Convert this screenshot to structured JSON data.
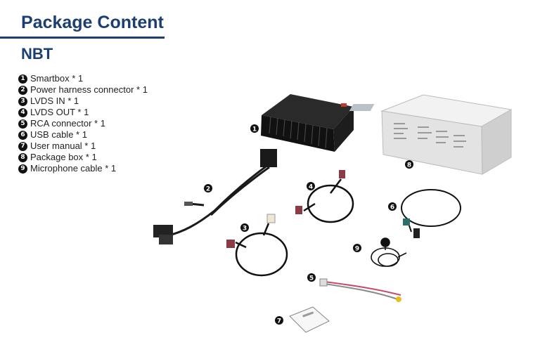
{
  "header": {
    "title": "Package Content",
    "subtitle": "NBT"
  },
  "items": [
    {
      "num": "1",
      "label": "Smartbox * 1"
    },
    {
      "num": "2",
      "label": "Power harness connector * 1"
    },
    {
      "num": "3",
      "label": "LVDS IN * 1"
    },
    {
      "num": "4",
      "label": "LVDS OUT * 1"
    },
    {
      "num": "5",
      "label": "RCA connector * 1"
    },
    {
      "num": "6",
      "label": "USB cable * 1"
    },
    {
      "num": "7",
      "label": "User manual * 1"
    },
    {
      "num": "8",
      "label": "Package box * 1"
    },
    {
      "num": "9",
      "label": "Microphone cable * 1"
    }
  ],
  "callouts": [
    "1",
    "2",
    "3",
    "4",
    "5",
    "6",
    "7",
    "8",
    "9"
  ],
  "colors": {
    "heading": "#1c3f73",
    "badge": "#111111"
  }
}
